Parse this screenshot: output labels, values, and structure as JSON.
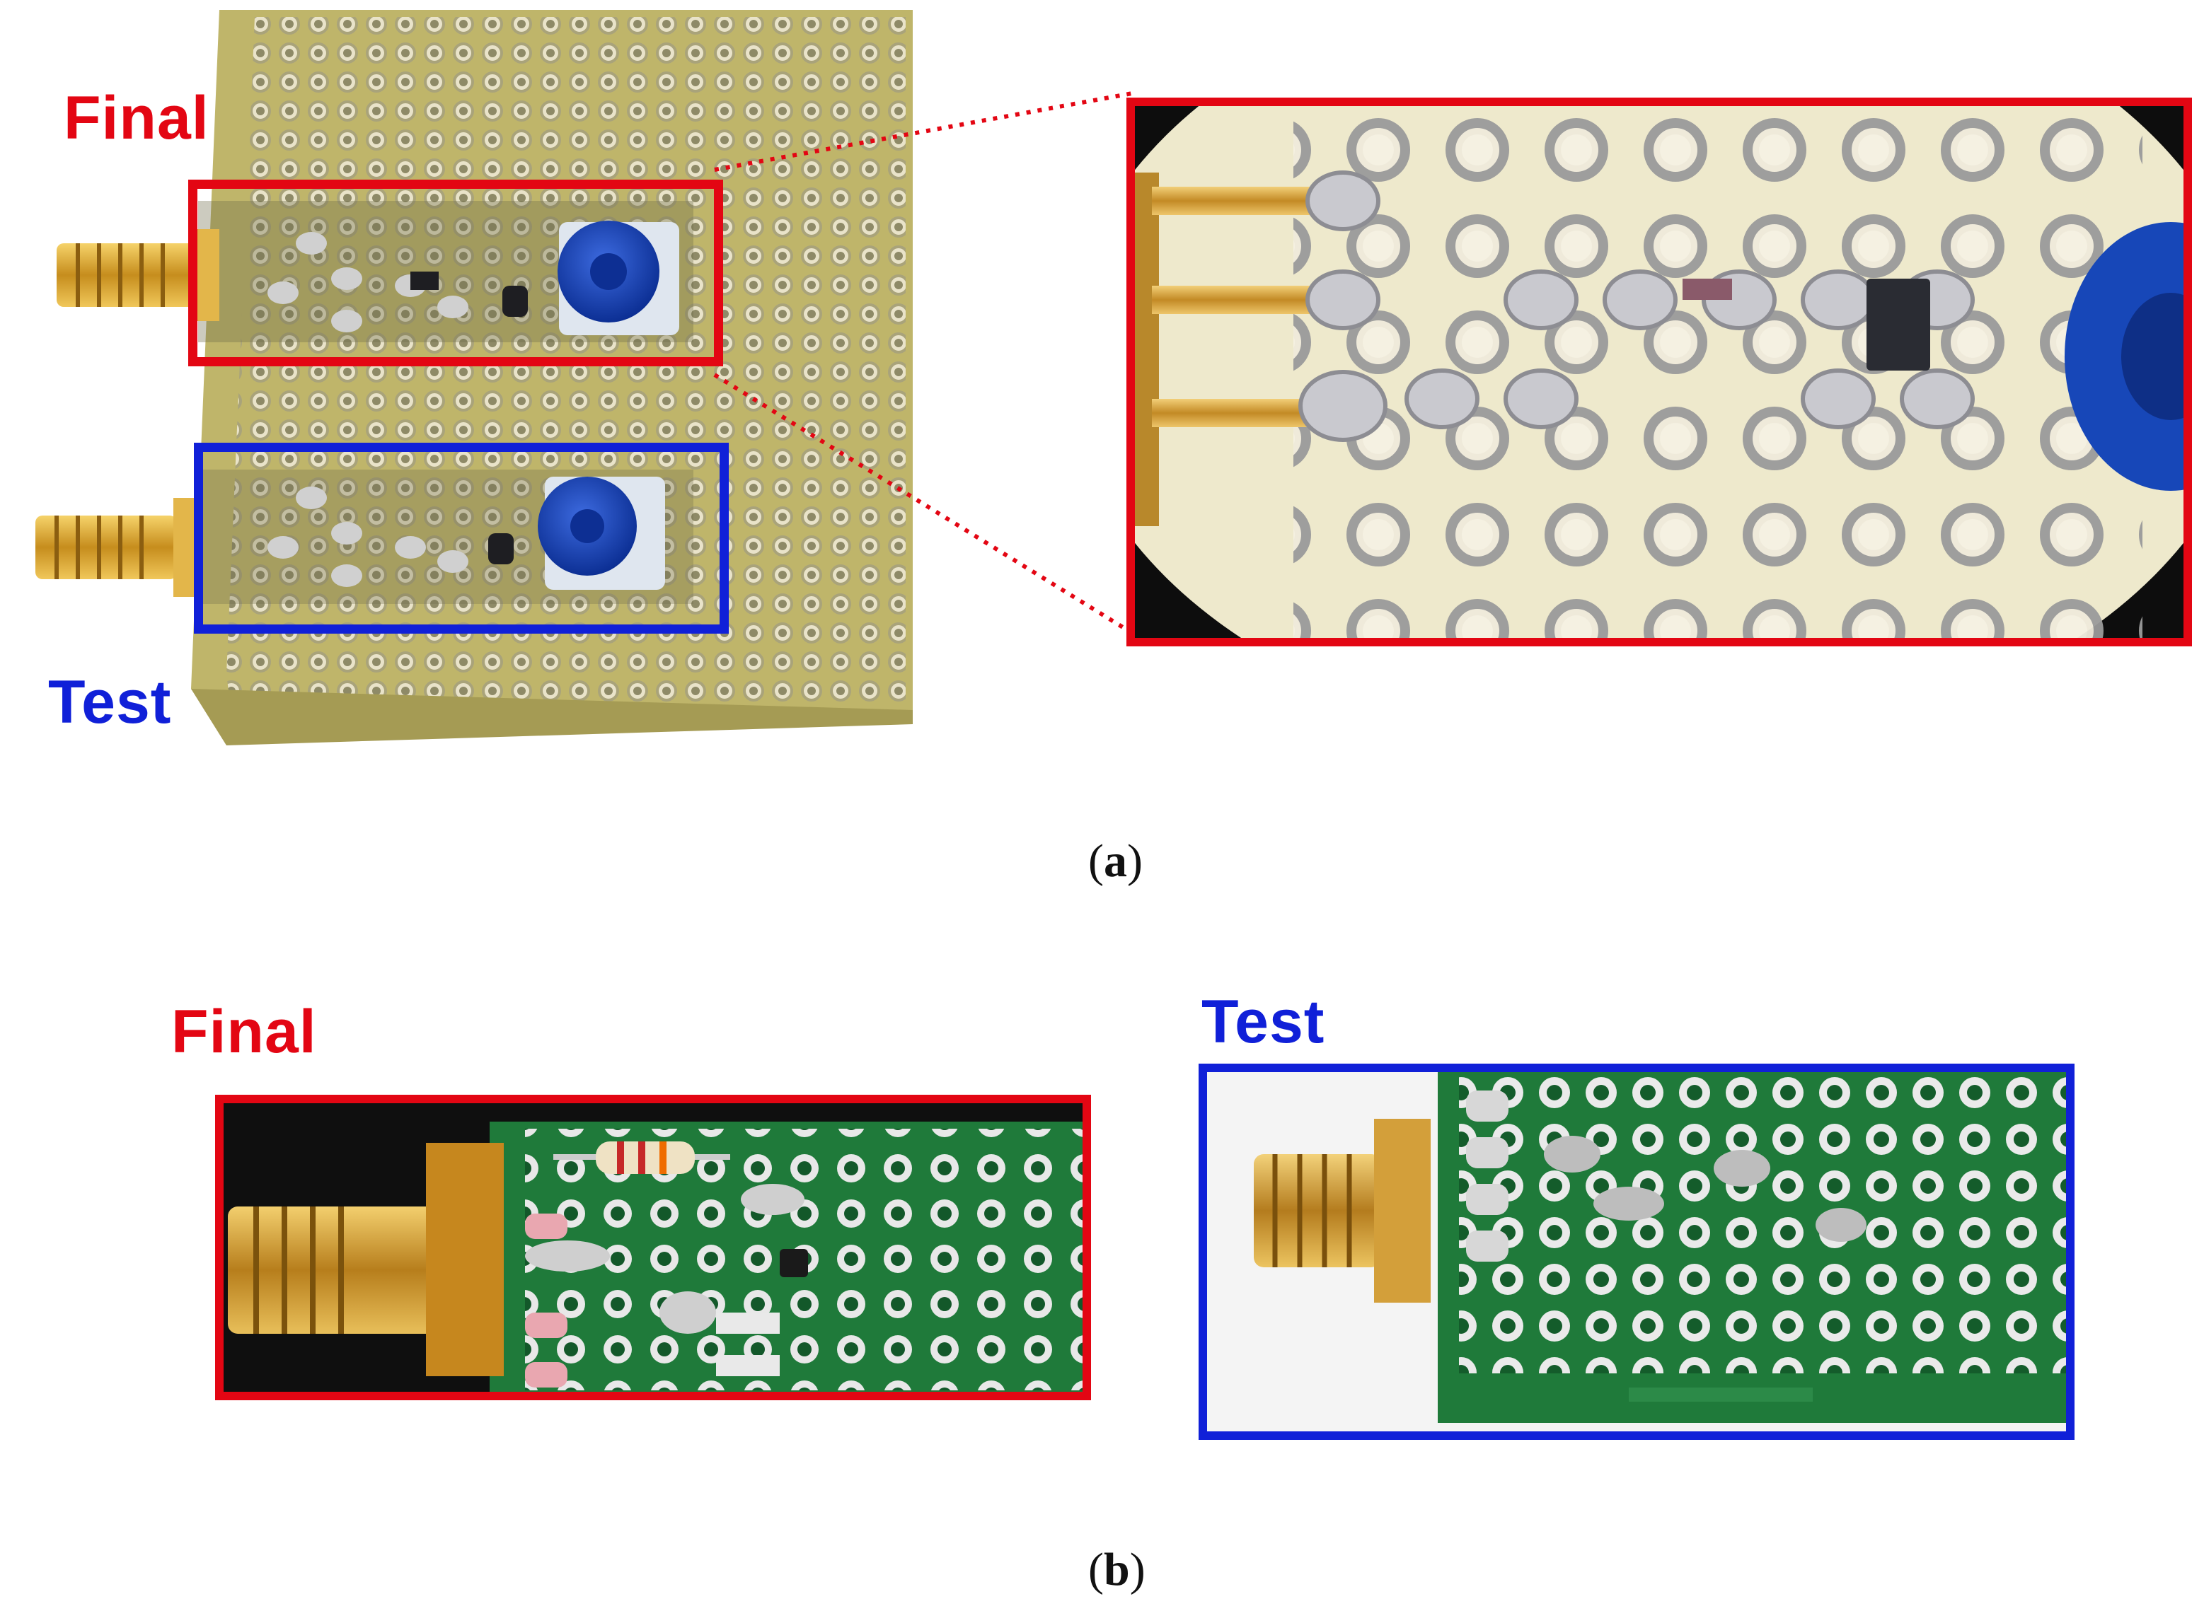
{
  "figure": {
    "panel_a": {
      "caption_open": "(",
      "caption_letter": "a",
      "caption_close": ")",
      "label_final": "Final",
      "label_test": "Test"
    },
    "panel_b": {
      "caption_open": "(",
      "caption_letter": "b",
      "caption_close": ")",
      "label_final": "Final",
      "label_test": "Test"
    },
    "colors": {
      "final_highlight": "#e30613",
      "test_highlight": "#1020d8",
      "perfboard_yellow": "#c9c27a",
      "perfboard_green": "#1f7a3a",
      "sma_gold": "#d8a128",
      "trimmer_blue": "#1747b8"
    },
    "icons": [
      "sma-connector-icon",
      "trimmer-potentiometer-icon",
      "smd-diode-icon",
      "resistor-icon"
    ]
  }
}
